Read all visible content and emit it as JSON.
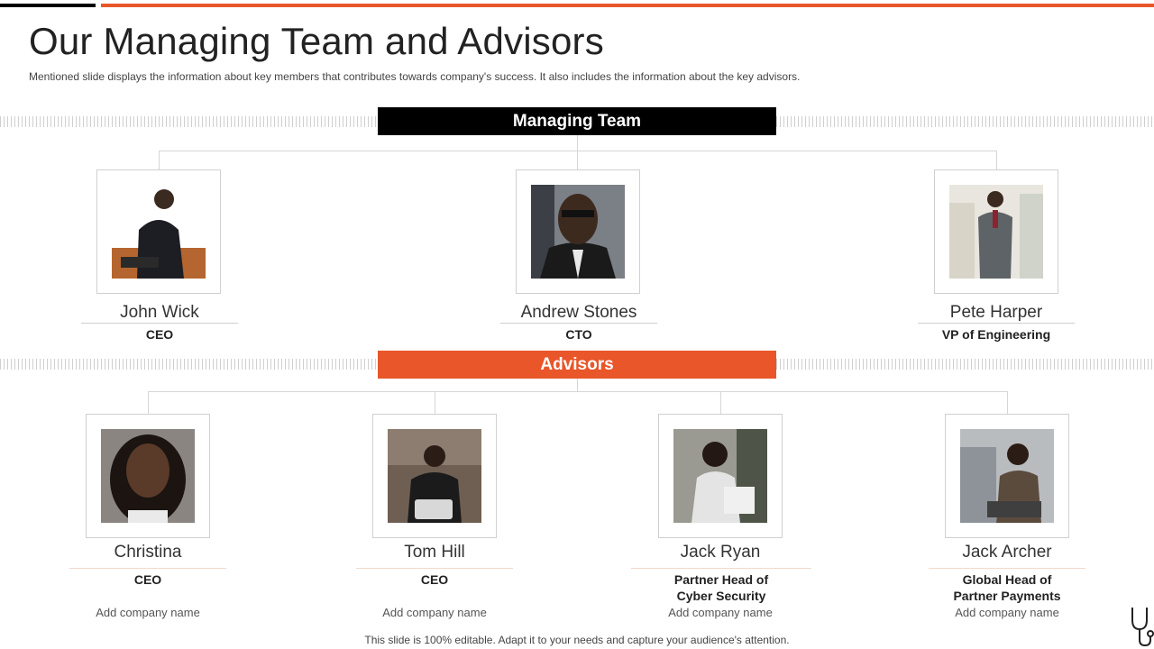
{
  "slide": {
    "title": "Our Managing Team and Advisors",
    "subtitle": "Mentioned slide displays the information about key members that contributes towards company's success. It also includes the information about the key advisors.",
    "footer": "This slide is 100% editable. Adapt it to your needs and capture your audience's attention."
  },
  "colors": {
    "accent": "#e8562a",
    "dark": "#000000"
  },
  "managing_team": {
    "heading": "Managing Team",
    "members": [
      {
        "name": "John Wick",
        "role": "CEO"
      },
      {
        "name": "Andrew Stones",
        "role": "CTO"
      },
      {
        "name": "Pete Harper",
        "role": "VP of Engineering"
      }
    ]
  },
  "advisors": {
    "heading": "Advisors",
    "members": [
      {
        "name": "Christina",
        "role_line1": "CEO",
        "role_line2": "",
        "company": "Add company name"
      },
      {
        "name": "Tom Hill",
        "role_line1": "CEO",
        "role_line2": "",
        "company": "Add company name"
      },
      {
        "name": "Jack Ryan",
        "role_line1": "Partner Head of",
        "role_line2": "Cyber Security",
        "company": "Add company name"
      },
      {
        "name": "Jack Archer",
        "role_line1": "Global Head of",
        "role_line2": "Partner Payments",
        "company": "Add company name"
      }
    ]
  },
  "icons": {
    "corner": "stethoscope-icon"
  }
}
